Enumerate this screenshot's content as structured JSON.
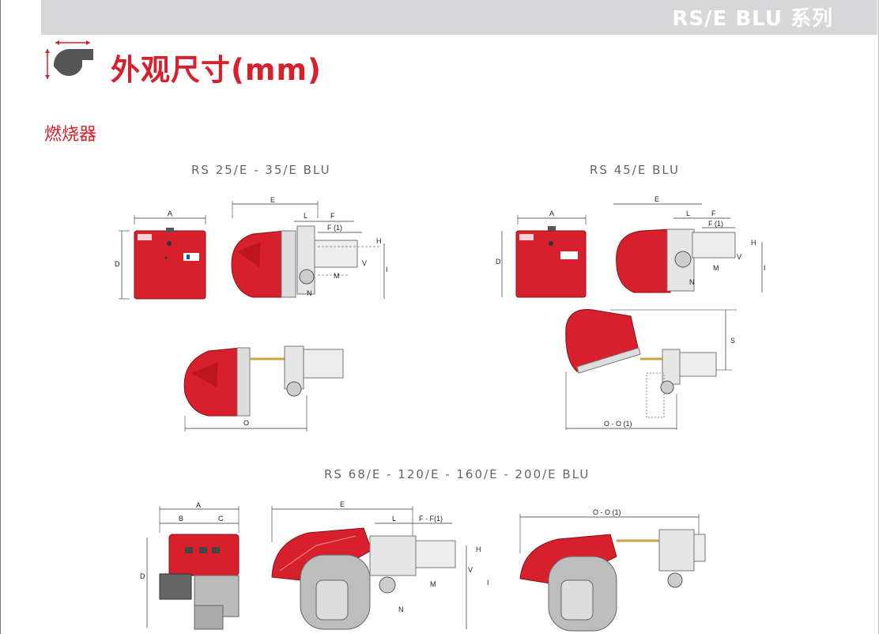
{
  "header": {
    "title": "RS/E BLU 系列"
  },
  "section": {
    "title": "外观尺寸(mm)",
    "icon": "fan-dimension-icon"
  },
  "subsection": {
    "title": "燃烧器"
  },
  "models": [
    {
      "label": "RS 25/E - 35/E BLU"
    },
    {
      "label": "RS 45/E BLU"
    },
    {
      "label": "RS 68/E - 120/E - 160/E - 200/E BLU"
    }
  ],
  "dims": {
    "A": "A",
    "B": "B",
    "C": "C",
    "D": "D",
    "E": "E",
    "F": "F",
    "F1": "F (1)",
    "FF1": "F - F(1)",
    "L": "L",
    "H": "H",
    "V": "V",
    "M": "M",
    "N": "N",
    "I": "I",
    "O": "O",
    "OO1": "O - O (1)",
    "OO1b": "O - O (1)",
    "S": "S"
  },
  "colors": {
    "brand_red": "#d8202c",
    "header_gray": "#d7d7d9"
  }
}
